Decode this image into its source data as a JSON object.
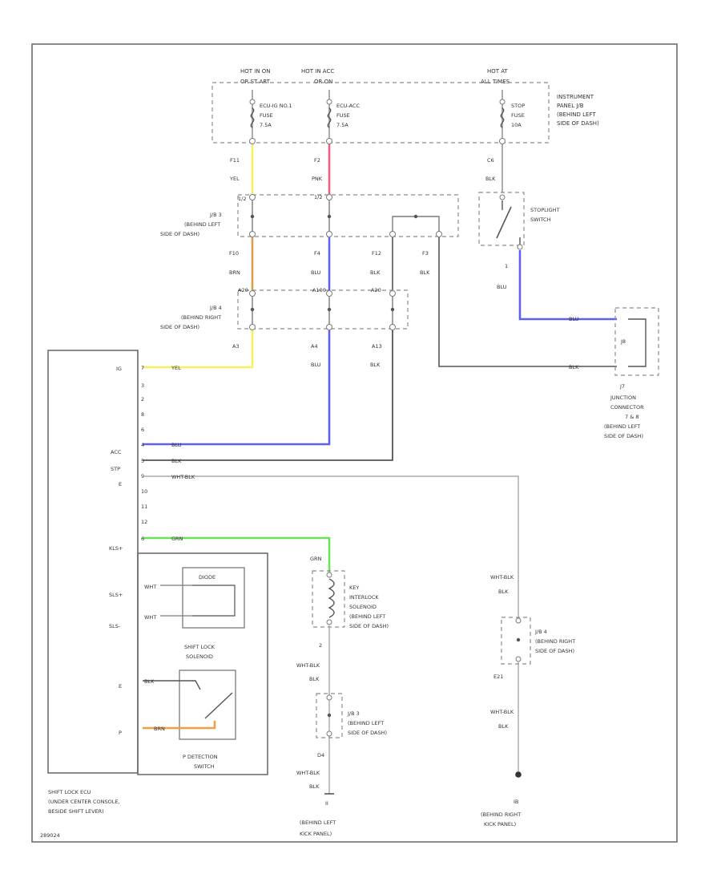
{
  "power": {
    "hot_ig": "HOT IN ON",
    "hot_ig_sub": "OR ST ART",
    "hot_acc": "HOT IN ACC",
    "hot_acc_sub": "OR ON",
    "hot_at": "HOT AT",
    "hot_at_sub": "ALL TIMES"
  },
  "fuses": {
    "ecu_ig": [
      "ECU-IG NO.1",
      "FUSE",
      "7.5A"
    ],
    "ecu_acc": [
      "ECU-ACC",
      "FUSE",
      "7.5A"
    ],
    "stop": [
      "STOP",
      "FUSE",
      "10A"
    ]
  },
  "panel_jb": [
    "INSTRUMENT",
    "PANEL J/B",
    "(BEHIND LEFT",
    "SIDE OF DASH)"
  ],
  "wires": {
    "f11": "F11",
    "yel": "YEL",
    "f2": "F2",
    "pnk": "PNK",
    "c6": "C6",
    "blk": "BLK",
    "top_pin": "1/2",
    "f10": "F10",
    "brn": "BRN",
    "f4": "F4",
    "blu": "BLU",
    "f12": "F12",
    "f3": "F3",
    "a3": "A3",
    "a4": "A4",
    "a13": "A13",
    "a100": "A100",
    "a20": "A20",
    "one": "1",
    "wht_blk": "WHT-BLK",
    "grn": "GRN",
    "wht": "WHT",
    "two": "2",
    "e21": "E21",
    "d4": "D4"
  },
  "jb3": [
    "J/B 3",
    "(BEHIND LEFT",
    "SIDE OF DASH)"
  ],
  "jb4": [
    "J/B 4",
    "(BEHIND RIGHT",
    "SIDE OF DASH)"
  ],
  "stoplight": [
    "STOPLIGHT",
    "SWITCH"
  ],
  "junction": {
    "j8": "J8",
    "j7": "J7",
    "label": [
      "JUNCTION",
      "CONNECTOR",
      "7 & 8",
      "(BEHIND LEFT",
      "SIDE OF DASH)"
    ]
  },
  "ecu": {
    "pins_left": [
      "IG",
      "ACC",
      "STP",
      "E",
      "KLS+",
      "SLS+",
      "SLS-",
      "E",
      "P"
    ],
    "pin_numbers": [
      "7",
      "3",
      "2",
      "8",
      "6",
      "4",
      "5",
      "9",
      "10",
      "11",
      "12"
    ],
    "label": [
      "SHIFT LOCK ECU",
      "(UNDER CENTER CONSOLE,",
      "BESIDE SHIFT LEVER)"
    ],
    "solenoid_label": [
      "SHIFT LOCK",
      "SOLENOID"
    ],
    "solenoid_code": "DIODE",
    "detect_label": [
      "P DETECTION",
      "SWITCH"
    ]
  },
  "key_solenoid": [
    "KEY",
    "INTERLOCK",
    "SOLENOID",
    "(BEHIND LEFT",
    "SIDE OF DASH)"
  ],
  "grounds": {
    "g1_code": "II",
    "g1": [
      "(BEHIND LEFT",
      "KICK PANEL)"
    ],
    "g2_code": "IB",
    "g2": [
      "(BEHIND RIGHT",
      "KICK PANEL)"
    ]
  },
  "footer_code": "289024"
}
